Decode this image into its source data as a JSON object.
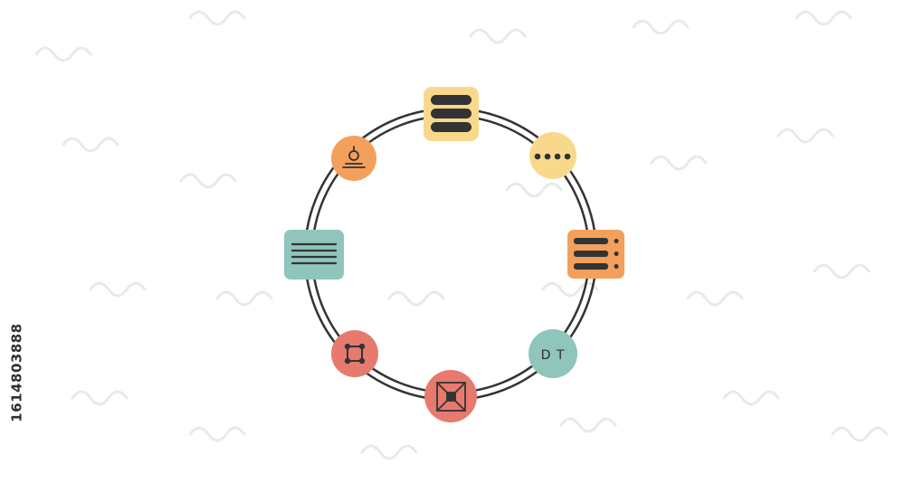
{
  "colors": {
    "ring": "#333333",
    "yellow": "#f8d98c",
    "orange": "#f3a05c",
    "teal": "#8fc5bb",
    "red": "#e77a6e",
    "icon": "#333333",
    "watermark": "#e7e7e7"
  },
  "diagram": {
    "nodes": [
      {
        "id": "top",
        "shape": "rounded-square",
        "color": "yellow",
        "icon": "stacked-bars-icon"
      },
      {
        "id": "top-right",
        "shape": "circle",
        "color": "yellow",
        "icon": "dots-icon"
      },
      {
        "id": "right",
        "shape": "rounded-square",
        "color": "orange",
        "icon": "server-list-icon"
      },
      {
        "id": "bottom-right",
        "shape": "circle",
        "color": "teal",
        "icon": "text-icon",
        "label": "D T"
      },
      {
        "id": "bottom",
        "shape": "circle",
        "color": "red",
        "icon": "crossed-box-icon"
      },
      {
        "id": "bottom-left",
        "shape": "circle",
        "color": "red",
        "icon": "node-square-icon"
      },
      {
        "id": "left",
        "shape": "rounded-square",
        "color": "teal",
        "icon": "lines-icon"
      },
      {
        "id": "top-left",
        "shape": "circle",
        "color": "orange",
        "icon": "person-icon"
      }
    ]
  },
  "watermark": {
    "id_text": "1614803888"
  }
}
